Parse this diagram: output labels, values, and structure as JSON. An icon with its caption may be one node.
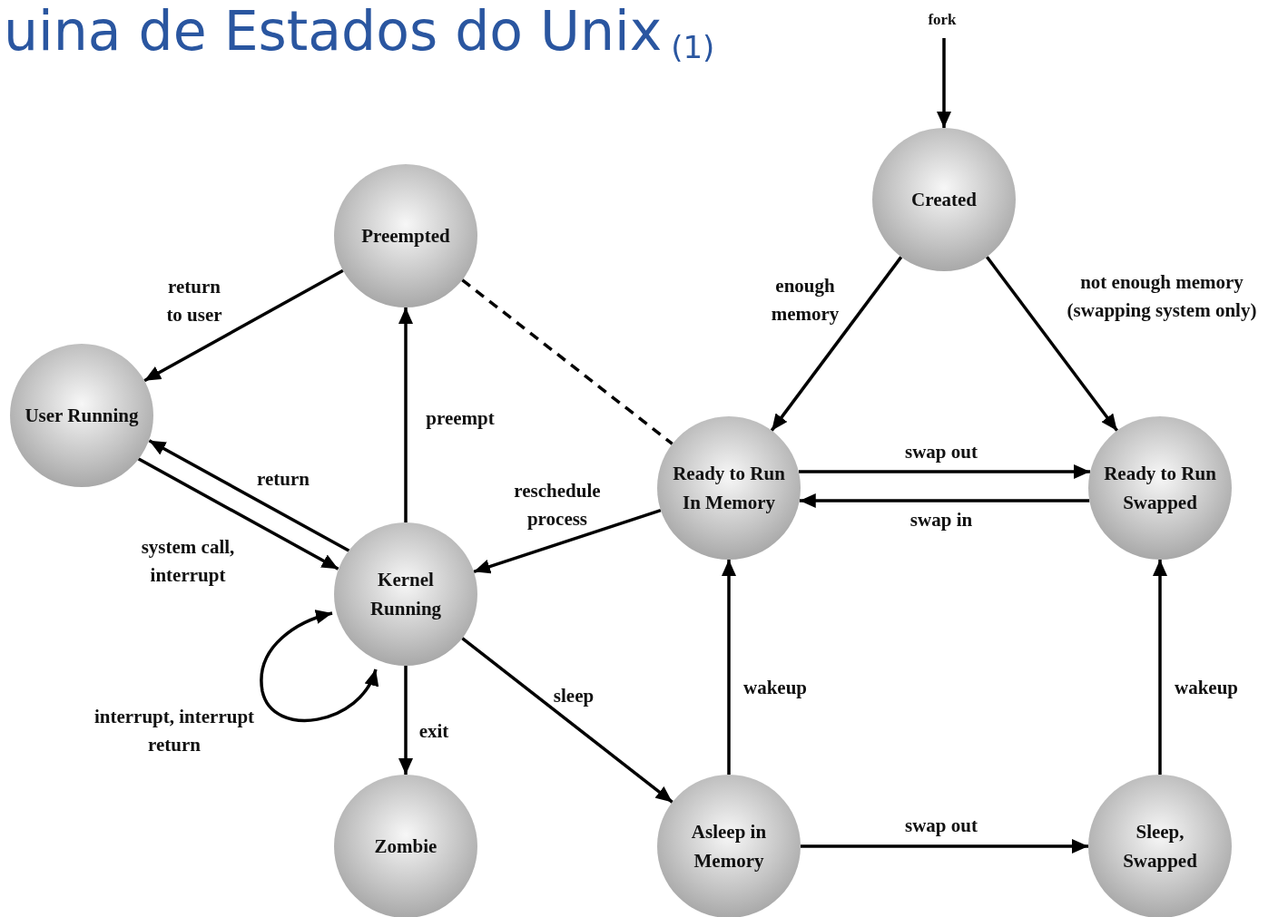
{
  "diagram": {
    "title": "uina de Estados do Unix$_{(1)}$",
    "nodes": [
      {
        "text": [
          "Created"
        ]
      },
      {
        "text": [
          "Preempted"
        ]
      },
      {
        "text": [
          "User Running"
        ]
      },
      {
        "text": [
          "Ready to Run In Memory"
        ]
      },
      {
        "text": [
          "Ready to Run Swapped"
        ]
      },
      {
        "text": [
          "Kernel Running"
        ]
      },
      {
        "text": [
          "Zombie"
        ]
      },
      {
        "text": [
          "Asleep in Memory"
        ]
      },
      {
        "text": [
          "Sleep, Swapped"
        ]
      }
    ],
    "edges": [
      {
        "from": null,
        "to": 0,
        "arrow": "to",
        "label": "fork"
      },
      {
        "from": 0,
        "to": 3,
        "arrow": "to",
        "label": "enough memory"
      },
      {
        "from": 0,
        "to": 4,
        "arrow": "to",
        "label": "not enough memory (swapping system only)"
      },
      {
        "from": 1,
        "to": 2,
        "arrow": "to",
        "label": "return to user"
      },
      {
        "from": 1,
        "to": 3,
        "arrow": "none",
        "style": "dashed"
      },
      {
        "from": 2,
        "to": 5,
        "arrow": "to",
        "label": "system call, interrupt"
      },
      {
        "from": 5,
        "to": 2,
        "arrow": "to",
        "label": "return"
      },
      {
        "from": 5,
        "to": 1,
        "arrow": "to",
        "label": "preempt"
      },
      {
        "from": 3,
        "to": 5,
        "arrow": "to",
        "label": "reschedule process"
      },
      {
        "from": 3,
        "to": 4,
        "arrow": "to",
        "label": "swap out"
      },
      {
        "from": 4,
        "to": 3,
        "arrow": "to",
        "label": "swap in"
      },
      {
        "from": 5,
        "to": 5,
        "arrow": "both",
        "label": "interrupt, interrupt return"
      },
      {
        "from": 5,
        "to": 6,
        "arrow": "to",
        "label": "exit"
      },
      {
        "from": 5,
        "to": 7,
        "arrow": "to",
        "label": "sleep"
      },
      {
        "from": 7,
        "to": 3,
        "arrow": "to",
        "label": "wakeup"
      },
      {
        "from": 7,
        "to": 8,
        "arrow": "to",
        "label": "swap out"
      },
      {
        "from": 8,
        "to": 4,
        "arrow": "to",
        "label": "wakeup"
      }
    ]
  }
}
